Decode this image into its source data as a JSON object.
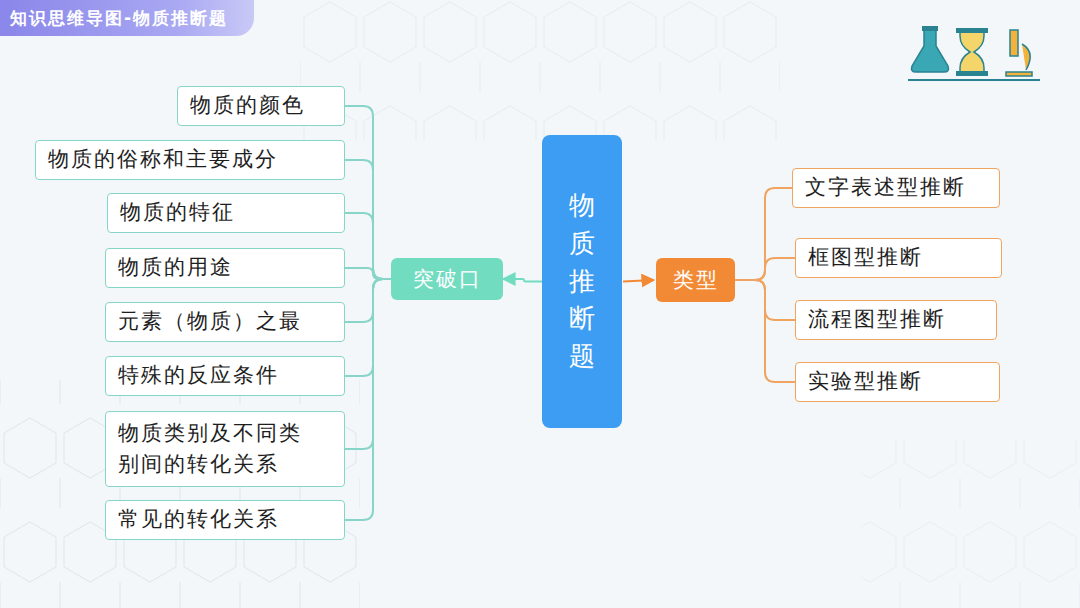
{
  "diagram": {
    "title": "知识思维导图-物质推断题",
    "nodes": [
      {
        "text": [
          "物质推断题"
        ]
      },
      {
        "text": [
          "突破口"
        ]
      },
      {
        "text": [
          "物质的颜色"
        ]
      },
      {
        "text": [
          "物质的俗称和主要成分"
        ]
      },
      {
        "text": [
          "物质的特征"
        ]
      },
      {
        "text": [
          "物质的用途"
        ]
      },
      {
        "text": [
          "元素（物质）之最"
        ]
      },
      {
        "text": [
          "特殊的反应条件"
        ]
      },
      {
        "text": [
          "物质类别及不同类别间的转化关系"
        ]
      },
      {
        "text": [
          "常见的转化关系"
        ]
      },
      {
        "text": [
          "类型"
        ]
      },
      {
        "text": [
          "文字表述型推断"
        ]
      },
      {
        "text": [
          "框图型推断"
        ]
      },
      {
        "text": [
          "流程图型推断"
        ]
      },
      {
        "text": [
          "实验型推断"
        ]
      }
    ],
    "edges": [
      {
        "from": 0,
        "to": 1,
        "arrow": "to"
      },
      {
        "from": 1,
        "to": 2,
        "arrow": "none"
      },
      {
        "from": 1,
        "to": 3,
        "arrow": "none"
      },
      {
        "from": 1,
        "to": 4,
        "arrow": "none"
      },
      {
        "from": 1,
        "to": 5,
        "arrow": "none"
      },
      {
        "from": 1,
        "to": 6,
        "arrow": "none"
      },
      {
        "from": 1,
        "to": 7,
        "arrow": "none"
      },
      {
        "from": 1,
        "to": 8,
        "arrow": "none"
      },
      {
        "from": 1,
        "to": 9,
        "arrow": "none"
      },
      {
        "from": 0,
        "to": 10,
        "arrow": "to"
      },
      {
        "from": 10,
        "to": 11,
        "arrow": "none"
      },
      {
        "from": 10,
        "to": 12,
        "arrow": "none"
      },
      {
        "from": 10,
        "to": 13,
        "arrow": "none"
      },
      {
        "from": 10,
        "to": 14,
        "arrow": "none"
      }
    ]
  }
}
